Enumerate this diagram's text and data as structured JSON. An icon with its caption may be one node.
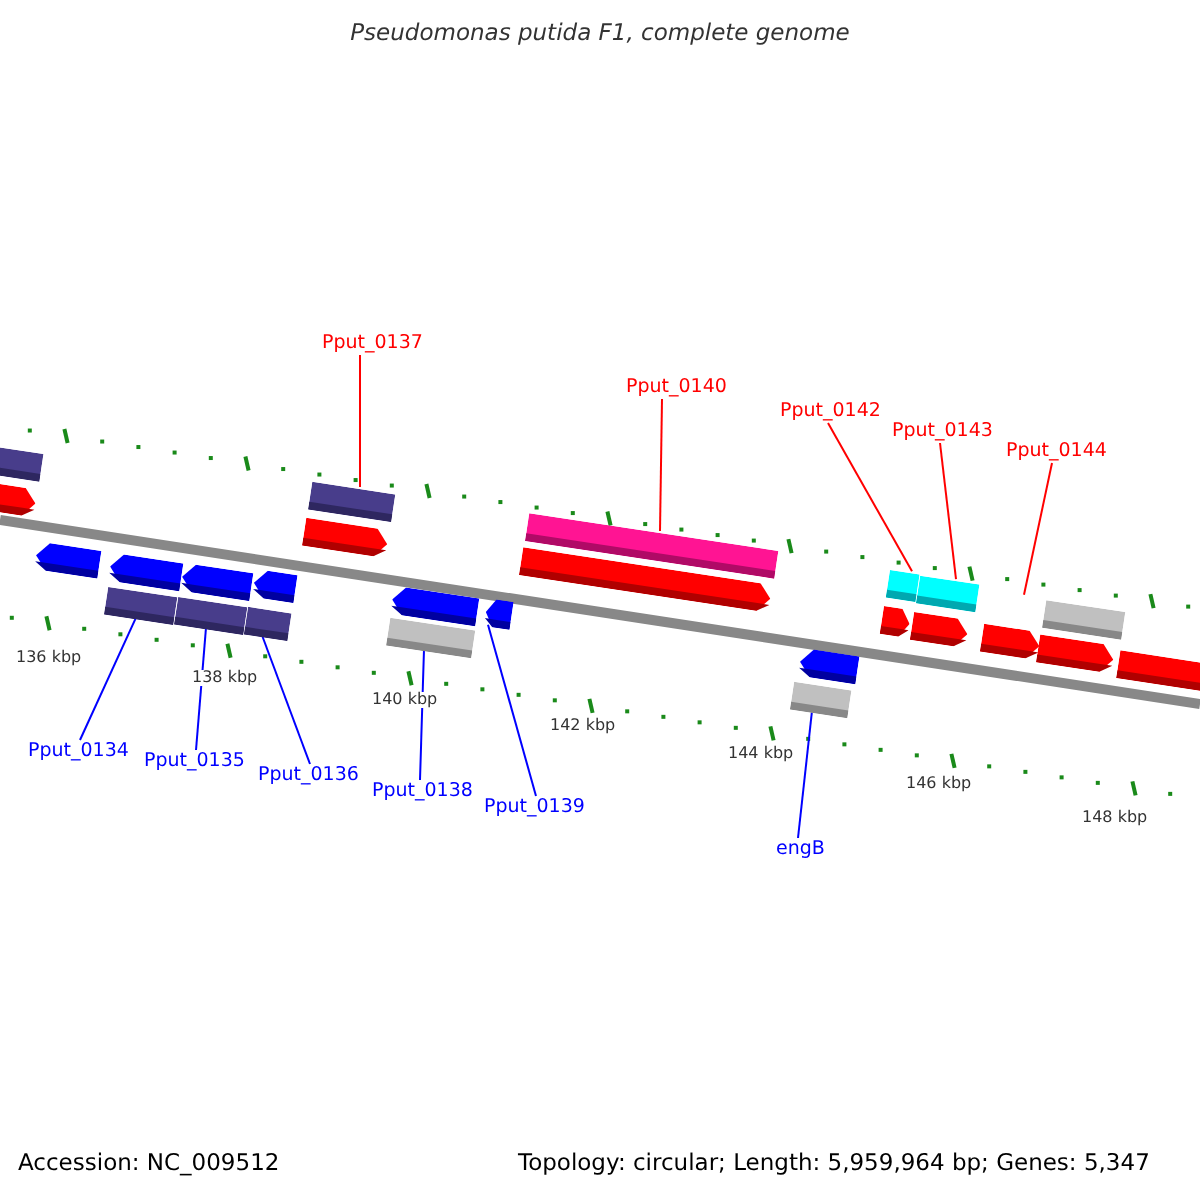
{
  "diagram": {
    "title": "Pseudomonas putida F1, complete genome",
    "nodes": [
      {
        "text": [
          "Pput_0137"
        ]
      },
      {
        "text": [
          "Pput_0140"
        ]
      },
      {
        "text": [
          "Pput_0142"
        ]
      },
      {
        "text": [
          "Pput_0143"
        ]
      },
      {
        "text": [
          "Pput_0144"
        ]
      },
      {
        "text": [
          "Pput_0134"
        ]
      },
      {
        "text": [
          "Pput_0135"
        ]
      },
      {
        "text": [
          "Pput_0136"
        ]
      },
      {
        "text": [
          "Pput_0138"
        ]
      },
      {
        "text": [
          "Pput_0139"
        ]
      },
      {
        "text": [
          "engB"
        ]
      },
      {
        "text": [],
        "shape": "arrow"
      },
      {
        "text": [],
        "shape": "bar"
      },
      {
        "text": [],
        "shape": "arrow"
      },
      {
        "text": [],
        "shape": "bar"
      },
      {
        "text": [],
        "shape": "arrow"
      },
      {
        "text": [],
        "shape": "bar"
      },
      {
        "text": [],
        "shape": "arrow"
      },
      {
        "text": [],
        "shape": "bar"
      },
      {
        "text": [],
        "shape": "arrow"
      },
      {
        "text": [],
        "shape": "arrow"
      },
      {
        "text": [],
        "shape": "bar"
      },
      {
        "text": [],
        "shape": "bar"
      },
      {
        "text": [],
        "shape": "arrow"
      },
      {
        "text": [],
        "shape": "arrow"
      },
      {
        "text": [],
        "shape": "arrow"
      },
      {
        "text": [],
        "shape": "bar"
      },
      {
        "text": [],
        "shape": "bar"
      },
      {
        "text": [],
        "shape": "arrow"
      },
      {
        "text": [],
        "shape": "arrow"
      },
      {
        "text": [],
        "shape": "bar"
      },
      {
        "text": [],
        "shape": "arrow"
      },
      {
        "text": [],
        "shape": "bar"
      },
      {
        "text": [],
        "shape": "arrow"
      },
      {
        "text": [],
        "shape": "arrow"
      },
      {
        "text": [],
        "shape": "bar"
      },
      {
        "text": [],
        "shape": "arrow"
      }
    ],
    "edges": [
      {
        "from": 0,
        "to": 21,
        "arrow": "none",
        "color": "#ff0000"
      },
      {
        "from": 1,
        "to": 26,
        "arrow": "none",
        "color": "#ff0000"
      },
      {
        "from": 2,
        "to": 30,
        "arrow": "none",
        "color": "#ff0000"
      },
      {
        "from": 3,
        "to": 32,
        "arrow": "none",
        "color": "#ff0000"
      },
      {
        "from": 4,
        "to": 35,
        "arrow": "none",
        "color": "#ff0000"
      },
      {
        "from": 5,
        "to": 14,
        "arrow": "none"
      },
      {
        "from": 6,
        "to": 16,
        "arrow": "none"
      },
      {
        "from": 7,
        "to": 18,
        "arrow": "none"
      },
      {
        "from": 8,
        "to": 22,
        "arrow": "none"
      },
      {
        "from": 9,
        "to": 24,
        "arrow": "none"
      },
      {
        "from": 10,
        "to": 27,
        "arrow": "none"
      }
    ],
    "labels": [
      "136 kbp",
      "138 kbp",
      "140 kbp",
      "142 kbp",
      "144 kbp",
      "146 kbp",
      "148 kbp",
      "Accession: NC_009512",
      "Topology: circular; Length: 5,959,964 bp; Genes: 5,347"
    ]
  }
}
